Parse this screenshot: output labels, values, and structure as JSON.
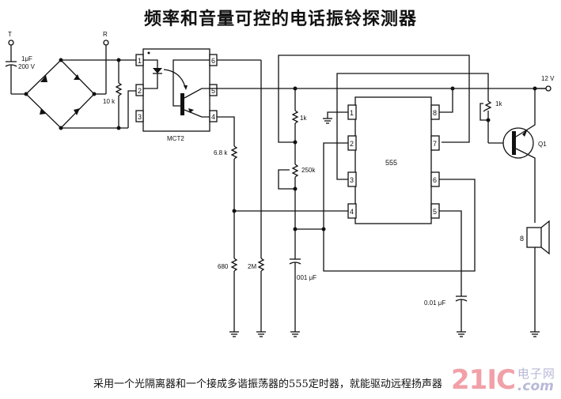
{
  "title": "频率和音量可控的电话振铃探测器",
  "caption": "采用一个光隔离器和一个接成多谐振荡器的555定时器，就能驱动远程扬声器",
  "watermark": {
    "main": "21IC",
    "cn": "电子网",
    "com": ".com",
    "colors": {
      "main": "#f2a0a8",
      "sub": "#b8b8d8"
    }
  },
  "terminals": {
    "tip": "T",
    "ring": "R",
    "supply": "12 V"
  },
  "components": {
    "c_input": {
      "value_line1": "1μF",
      "value_line2": "200 V"
    },
    "r_10k": "10 k",
    "optocoupler": {
      "name": "MCT2",
      "pins": [
        "1",
        "2",
        "3",
        "4",
        "5",
        "6"
      ]
    },
    "r_6_8k": "6.8 k",
    "r_680": "680",
    "r_2M": "2M",
    "r_1k_a": "1k",
    "pot_250k": "250k",
    "c_timing": "001 μF",
    "timer": {
      "name": "555",
      "pins_left": [
        "1",
        "2",
        "3",
        "4"
      ],
      "pins_right": [
        "8",
        "7",
        "6",
        "5"
      ]
    },
    "c_ctrl": "0.01 μF",
    "pot_1k": "1k",
    "transistor": "Q1",
    "speaker": "8"
  }
}
